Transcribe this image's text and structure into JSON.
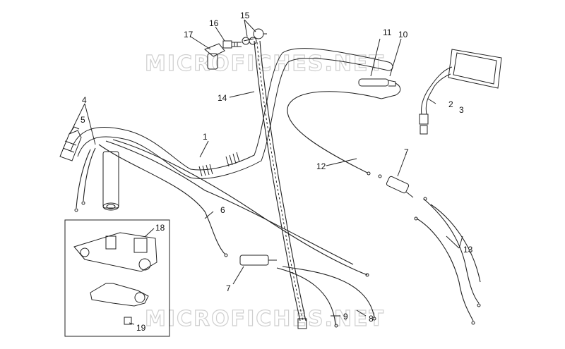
{
  "watermark": {
    "top": "MICROFICHES.NET",
    "bottom": "MICROFICHES.NET",
    "color": "#cfcfcf"
  },
  "callouts": {
    "c1": "1",
    "c2": "2",
    "c3": "3",
    "c4": "4",
    "c5": "5",
    "c6": "6",
    "c7a": "7",
    "c7b": "7",
    "c8": "8",
    "c9": "9",
    "c10": "10",
    "c11": "11",
    "c12": "12",
    "c13": "13",
    "c14": "14",
    "c15": "15",
    "c16": "16",
    "c17": "17",
    "c18": "18",
    "c19": "19"
  },
  "colors": {
    "line": "#222222",
    "background": "#ffffff"
  }
}
